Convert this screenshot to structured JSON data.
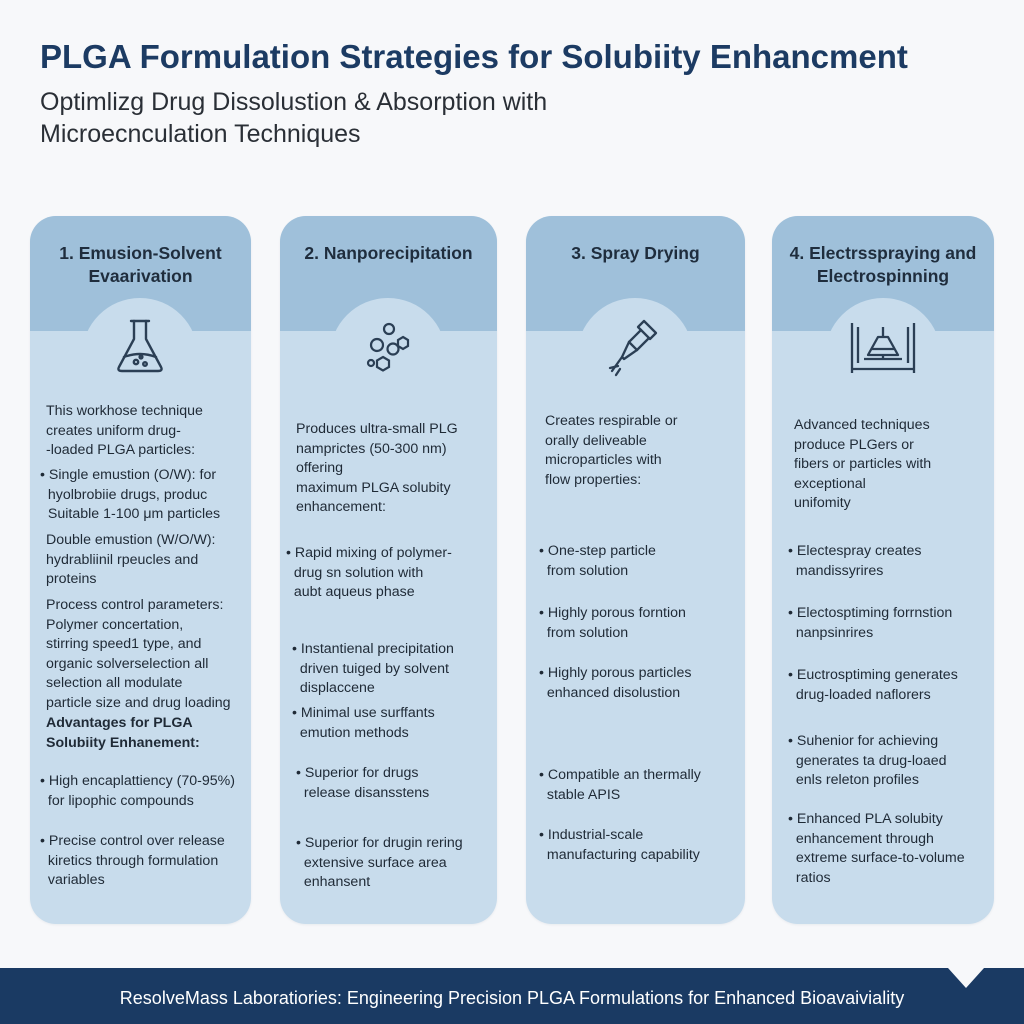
{
  "header": {
    "title": "PLGA Formulation Strategies for Solubiity Enhancment",
    "subtitle": "Optimlizg Drug Dissolustion & Absorption with Microecnculation Techniques"
  },
  "cards": [
    {
      "title": "1. Emusion-Solvent Evaarivation",
      "icon": "flask-icon",
      "blocks": [
        "This workhose technique creates uniform drug-\n-loaded PLGA particles:",
        "• Single emustion (O/W): for\n  hyolbrobiie drugs, produc\n  Suitable 1-100 μm particles",
        "Double emustion (W/O/W):\nhydrabliinil rpeucles and\nproteins",
        "Process control parameters:\nPolymer concertation,\nstirring speed1 type, and\norganic solverselection all\nselection all modulate\nparticle size and drug loading",
        "Advantages for PLGA\nSolubiity Enhanement:",
        "• High encaplattiency (70-95%)\n  for lipophic compounds",
        "• Precise control over release\n  kiretics through formulation\n  variables"
      ]
    },
    {
      "title": "2. Nanporecipitation",
      "icon": "particles-icon",
      "blocks": [
        "Produces ultra-small PLG\nnamprictes (50-300 nm)\noffering\nmaximum PLGA solubity\nenhancement:",
        "• Rapid mixing of polymer-\n  drug sn solution with\n  aubt aqueus phase",
        "• Instantienal precipitation\n  driven tuiged by solvent\n  displaccene",
        "• Minimal use surffants\n  emution methods",
        "• Superior for drugs\n  release disansstens",
        "• Superior for drugin rering\n  extensive surface area\n  enhansent"
      ]
    },
    {
      "title": "3. Spray Drying",
      "icon": "spray-nozzle-icon",
      "blocks": [
        "Creates respirable or\norally deliveable\nmicroparticles with\nflow properties:",
        "• One-step particle\n  from solution",
        "• Highly porous forntion\n  from solution",
        "• Highly porous particles\n  enhanced disolustion",
        "• Compatible an thermally\n  stable APIS",
        "• Industrial-scale\n  manufacturing capability"
      ]
    },
    {
      "title": "4. Electrsspraying and Electrospinning",
      "icon": "electrospray-apparatus-icon",
      "blocks": [
        "Advanced techniques\nproduce PLGers or\nfibers or particles with\nexceptional\nunifomity",
        "• Electespray creates\n  mandissyrires",
        "• Electosptiming forrnstion\n  nanpsinrires",
        "• Euctrosptiming generates\n  drug-loaded naflorers",
        "• Suhenior for achieving\n  generates ta drug-loaed\n  enls releton profiles",
        "• Enhanced PLA solubity\n  enhancement through\n  extreme surface-to-volume\n  ratios"
      ]
    }
  ],
  "footer": {
    "text": "ResolveMass Laboratiories: Engineering Precision PLGA Formulations for Enhanced Bioavaiviality"
  },
  "colors": {
    "title": "#1c3b63",
    "card_body": "#c8dcec",
    "card_header": "#9fc0da",
    "footer_bg": "#1a3a63",
    "icon_stroke": "#2b3f55"
  }
}
